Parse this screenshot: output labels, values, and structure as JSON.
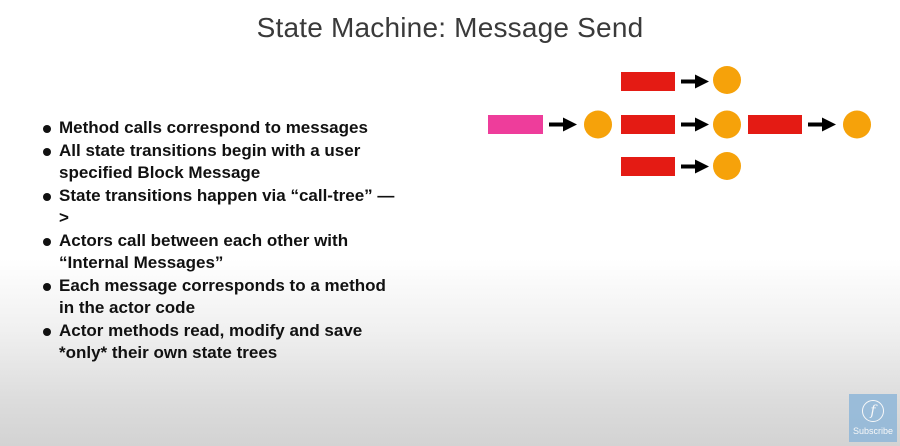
{
  "slide": {
    "title": "State Machine: Message Send"
  },
  "bullets": [
    "Method calls correspond to messages",
    "All state transitions begin with a user specified Block Message",
    "State transitions happen via “call-tree” —>",
    "Actors call between each other with “Internal Messages”",
    "Each message corresponds to a method in the actor code",
    "Actor methods read, modify and save *only* their own state trees"
  ],
  "diagram": {
    "block_message_color": "#ee3d9b",
    "internal_message_color": "#e41b14",
    "actor_color": "#f6a20a",
    "arrow_color": "#000000"
  },
  "watermark": {
    "logo_glyph": "f",
    "label": "Subscribe"
  }
}
